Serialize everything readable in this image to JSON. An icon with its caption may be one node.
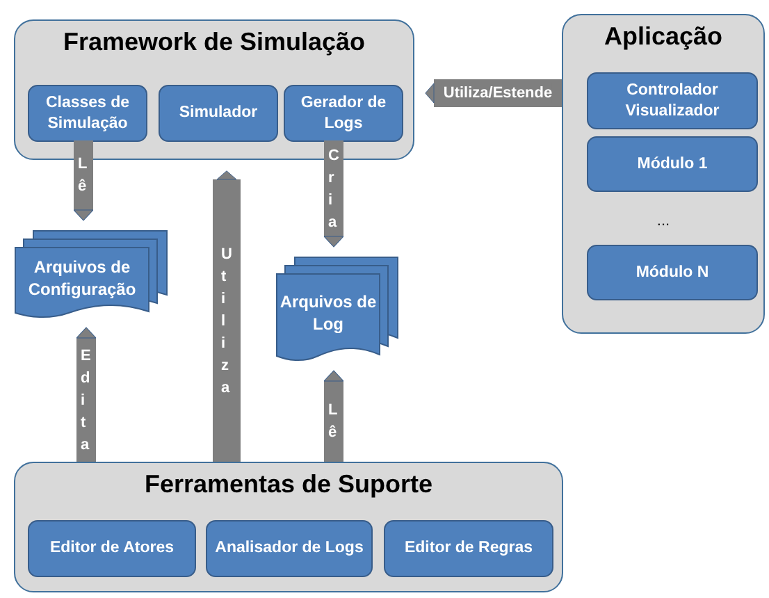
{
  "diagram": {
    "nodes": [
      {
        "text": [
          "Framework de Simulação"
        ]
      },
      {
        "text": [
          "Classes de Simulação"
        ],
        "in": 0
      },
      {
        "text": [
          "Simulador"
        ],
        "in": 0
      },
      {
        "text": [
          "Gerador de Logs"
        ],
        "in": 0
      },
      {
        "text": [
          "Aplicação"
        ]
      },
      {
        "text": [
          "Controlador Visualizador"
        ],
        "in": 4
      },
      {
        "text": [
          "Módulo 1"
        ],
        "in": 4
      },
      {
        "text": [
          "Módulo N"
        ],
        "in": 4
      },
      {
        "text": [
          "Arquivos de Configuração"
        ]
      },
      {
        "text": [
          "Arquivos de Log"
        ]
      },
      {
        "text": [
          "Ferramentas de Suporte"
        ]
      },
      {
        "text": [
          "Editor de Atores"
        ],
        "in": 10
      },
      {
        "text": [
          "Analisador de Logs"
        ],
        "in": 10
      },
      {
        "text": [
          "Editor de Regras"
        ],
        "in": 10
      }
    ],
    "edges": [
      {
        "from": 1,
        "to": 8,
        "arrow": "to",
        "label": "Lê"
      },
      {
        "from": 3,
        "to": 9,
        "arrow": "to",
        "label": "Cria"
      },
      {
        "from": 10,
        "to": 8,
        "arrow": "to",
        "label": "Edita"
      },
      {
        "from": 10,
        "to": 0,
        "arrow": "to",
        "label": "Utiliza"
      },
      {
        "from": 10,
        "to": 9,
        "arrow": "to",
        "label": "Lê"
      },
      {
        "from": 4,
        "to": 0,
        "arrow": "to",
        "label": "Utiliza/Estende"
      }
    ],
    "labels": [
      "..."
    ]
  }
}
